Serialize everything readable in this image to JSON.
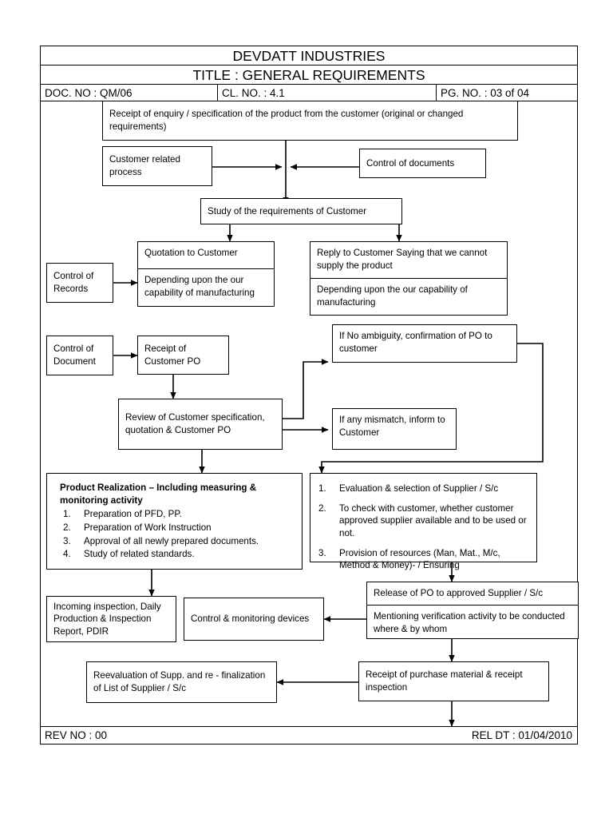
{
  "header": {
    "company": "DEVDATT INDUSTRIES",
    "title": "TITLE : GENERAL REQUIREMENTS",
    "doc_no": "DOC. NO : QM/06",
    "cl_no": "CL. NO. : 4.1",
    "pg_no": "PG. NO. : 03 of 04"
  },
  "footer": {
    "rev_no": "REV NO : 00",
    "rel_dt": "REL DT : 01/04/2010"
  },
  "flow": {
    "receipt_enquiry": "Receipt of enquiry / specification of the product from the customer (original or changed requirements)",
    "customer_related_process": "Customer related process",
    "control_of_documents": "Control of documents",
    "study_requirements": "Study of the requirements of Customer",
    "quotation_to_customer": "Quotation to Customer",
    "quotation_depending": "Depending upon the our capability of manufacturing",
    "reply_cannot_supply": "Reply to Customer Saying that we cannot supply the product",
    "reply_depending": "Depending upon the our capability of manufacturing",
    "control_of_records": "Control of Records",
    "control_of_document": "Control of Document",
    "receipt_customer_po": "Receipt of Customer PO",
    "review_customer_spec": "Review of Customer specification, quotation & Customer PO",
    "no_ambiguity": "If No ambiguity, confirmation of PO to customer",
    "any_mismatch": "If any mismatch, inform to Customer",
    "product_realization_title": "Product Realization – Including measuring & monitoring activity",
    "product_realization_items": [
      "Preparation of PFD, PP.",
      "Preparation of Work Instruction",
      "Approval of all newly prepared documents.",
      "Study of related standards."
    ],
    "supplier_items": [
      "Evaluation & selection of Supplier / S/c",
      "To check with customer, whether customer approved supplier available and to be used or not.",
      "Provision of resources (Man, Mat., M/c, Method & Money)- / Ensuring"
    ],
    "incoming_inspection": "Incoming inspection, Daily Production & Inspection Report, PDIR",
    "control_monitoring_devices": "Control & monitoring devices",
    "release_of_po": "Release of PO to approved Supplier / S/c",
    "mentioning_verification": "Mentioning verification activity to be conducted where & by whom",
    "reevaluation_supp": "Reevaluation of Supp. and re - finalization of List of Supplier / S/c",
    "receipt_purchase_material": "Receipt of purchase material & receipt inspection",
    "numbering": [
      "1.",
      "2.",
      "3.",
      "4."
    ]
  },
  "colors": {
    "line": "#000000",
    "background": "#ffffff"
  }
}
